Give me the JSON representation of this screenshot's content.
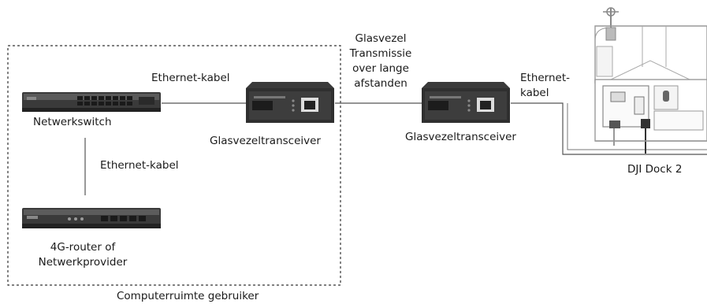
{
  "labels": {
    "ethernet_top": "Ethernet-kabel",
    "ethernet_left": "Ethernet-kabel",
    "ethernet_right": "Ethernet-\nkabel",
    "glasvezel_transmissie": "Glasvezel\nTransmissie\nover lange\nafstanden",
    "netwerkswitch": "Netwerkswitch",
    "transceiver_1": "Glasvezeltransceiver",
    "transceiver_2": "Glasvezeltransceiver",
    "router": "4G-router of\nNetwerkprovider",
    "dock": "DJI Dock 2",
    "room": "Computerruimte gebruiker"
  },
  "icons": {
    "switch": "network-switch-icon",
    "router": "4g-router-icon",
    "transceiver": "fiber-transceiver-icon",
    "dock": "dji-dock-icon"
  },
  "colors": {
    "line": "#555555",
    "dash": "#333333",
    "device_dark": "#2e2e2e",
    "device_mid": "#4a4a4a",
    "dock_gray": "#9a9a9a"
  }
}
